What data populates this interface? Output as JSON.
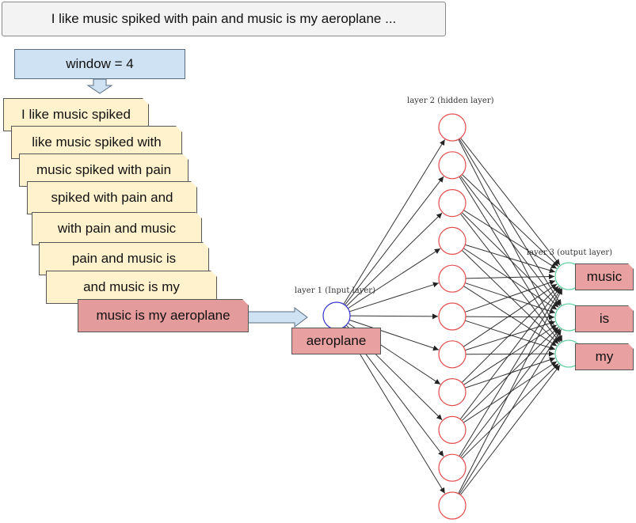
{
  "sentence": "I like music spiked with pain and music is my aeroplane ...",
  "window_label": "window = 4",
  "windows": [
    "I like music spiked",
    "like music spiked with",
    "music spiked with pain",
    "spiked with pain and",
    "with pain and music",
    "pain and music is",
    "and music is my",
    "music is my aeroplane"
  ],
  "network": {
    "layer1_label": "layer 1 (Input layer)",
    "layer2_label": "layer 2 (hidden layer)",
    "layer3_label": "layer 3 (output layer)",
    "input_word": "aeroplane",
    "hidden_nodes": 11,
    "output_nodes": 3,
    "output_words": [
      "music",
      "is",
      "my"
    ]
  },
  "colors": {
    "node_input": "#3333cc",
    "node_hidden": "#e34b4b",
    "node_output": "#5fd1a0",
    "card_fill": "#fff2cc",
    "highlight_fill": "#e8a0a0",
    "window_fill": "#cfe2f3"
  }
}
